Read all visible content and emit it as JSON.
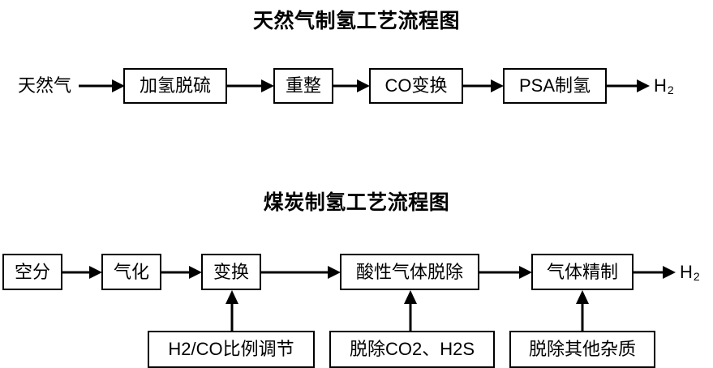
{
  "page": {
    "background_color": "#ffffff",
    "line_color": "#000000",
    "text_color": "#000000"
  },
  "diagram_1": {
    "title": "天然气制氢工艺流程图",
    "input_label": "天然气",
    "output_label": "H",
    "output_subscript": "2",
    "steps": [
      {
        "label": "加氢脱硫"
      },
      {
        "label": "重整"
      },
      {
        "label": "CO变换"
      },
      {
        "label": "PSA制氢"
      }
    ]
  },
  "diagram_2": {
    "title": "煤炭制氢工艺流程图",
    "output_label": "H",
    "output_subscript": "2",
    "steps": [
      {
        "label": "空分"
      },
      {
        "label": "气化"
      },
      {
        "label": "变换"
      },
      {
        "label": "酸性气体脱除"
      },
      {
        "label": "气体精制"
      }
    ],
    "annotations": [
      {
        "label": "H2/CO比例调节",
        "target": "变换"
      },
      {
        "label": "脱除CO2、H2S",
        "target": "酸性气体脱除"
      },
      {
        "label": "脱除其他杂质",
        "target": "气体精制"
      }
    ]
  },
  "chart_data": {
    "type": "diagram",
    "title": "天然气制氢工艺流程图 / 煤炭制氢工艺流程图",
    "flows": [
      {
        "name": "天然气制氢工艺流程图",
        "sequence": [
          "天然气",
          "加氢脱硫",
          "重整",
          "CO变换",
          "PSA制氢",
          "H2"
        ]
      },
      {
        "name": "煤炭制氢工艺流程图",
        "sequence": [
          "空分",
          "气化",
          "变换",
          "酸性气体脱除",
          "气体精制",
          "H2"
        ],
        "inputs_from_below": [
          {
            "from": "H2/CO比例调节",
            "to": "变换"
          },
          {
            "from": "脱除CO2、H2S",
            "to": "酸性气体脱除"
          },
          {
            "from": "脱除其他杂质",
            "to": "气体精制"
          }
        ]
      }
    ]
  }
}
